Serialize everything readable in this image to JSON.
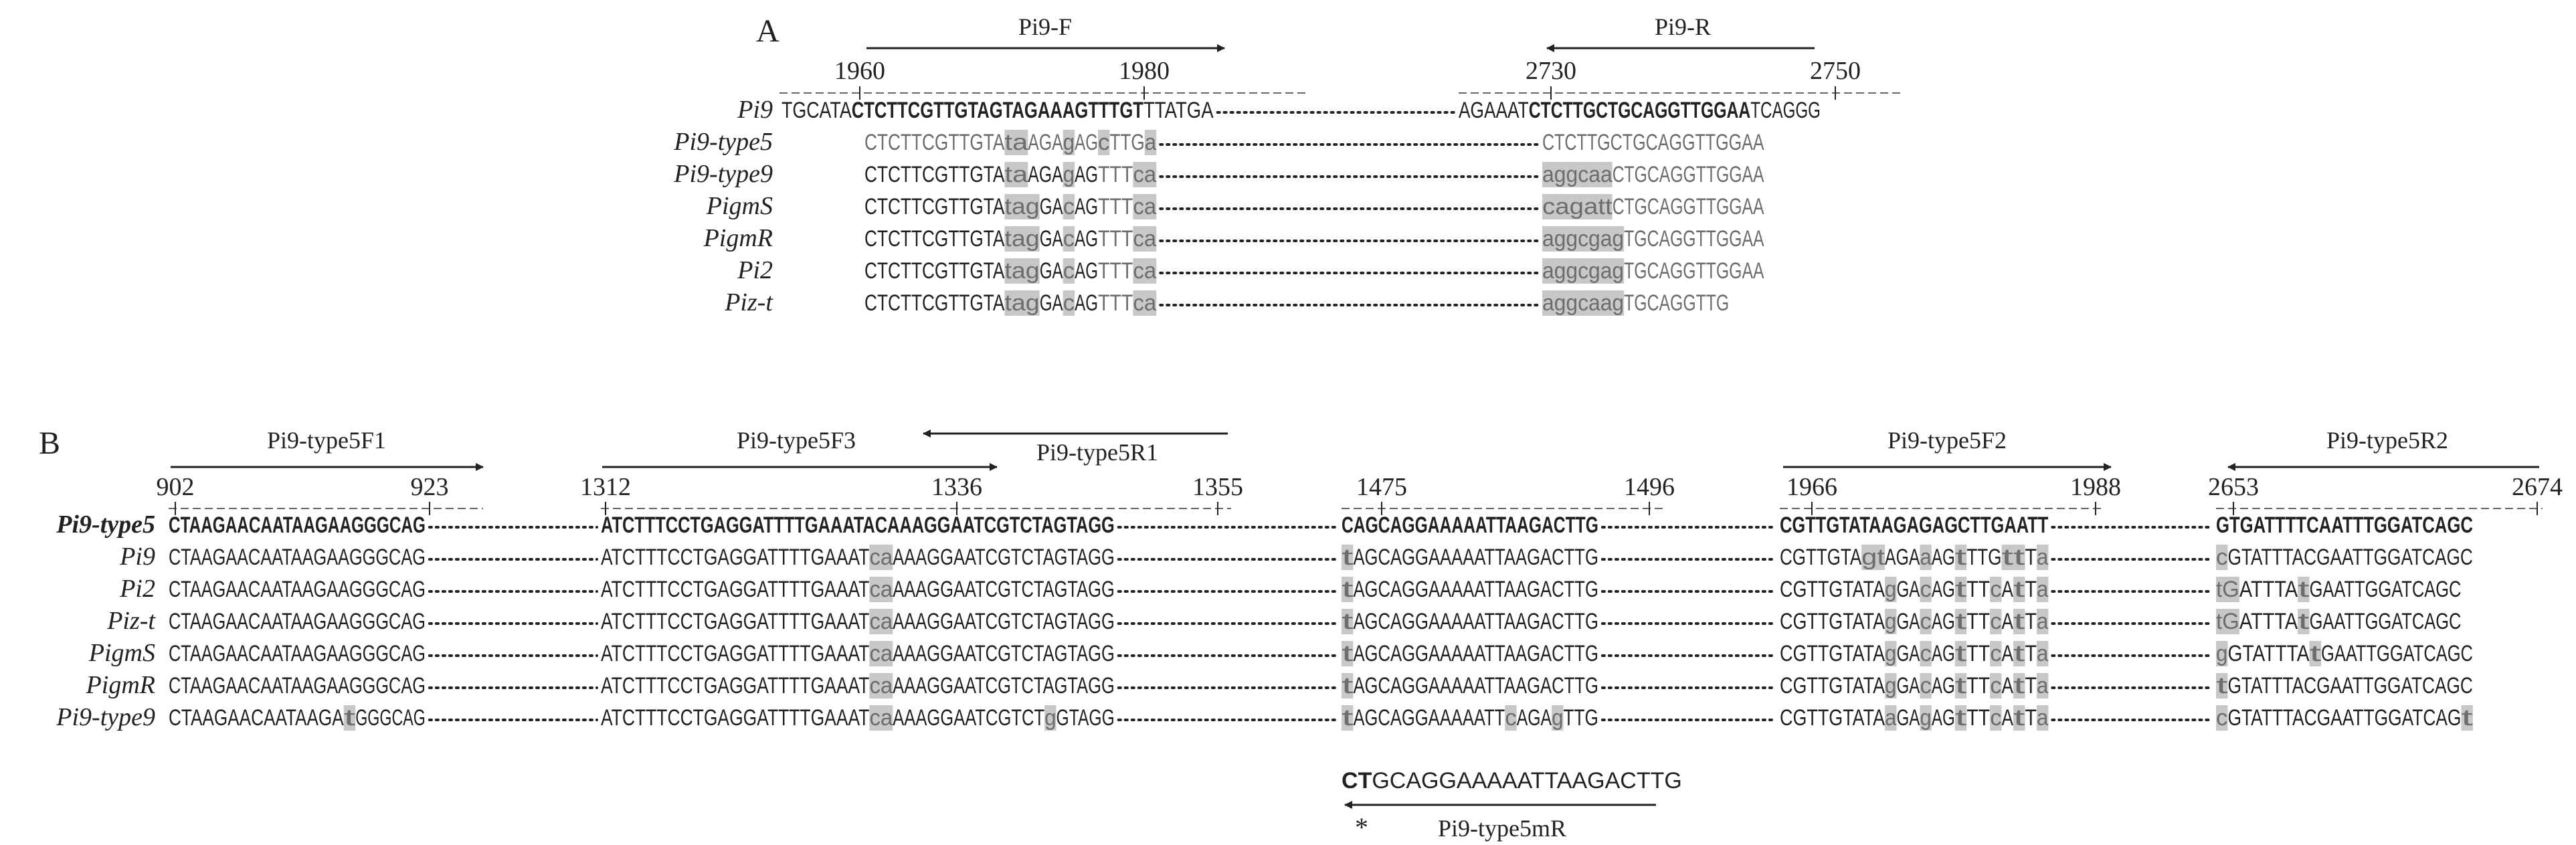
{
  "panel_a": {
    "label": "A",
    "primer_f": "Pi9-F",
    "primer_r": "Pi9-R",
    "left_numbers": [
      "1960",
      "1980"
    ],
    "right_numbers": [
      "2730",
      "2750"
    ],
    "rows": [
      {
        "name": "Pi9",
        "left": [
          {
            "t": "TGCATA"
          },
          {
            "t": "CTCTTCGTTGTAGTAGAAAGTTTGT",
            "b": 1
          },
          {
            "t": "TTATGA"
          }
        ],
        "right": [
          {
            "t": "AGAAAT"
          },
          {
            "t": "CTCTTGCTGCAGGTTGGAA",
            "b": 1
          },
          {
            "t": "TCAGGG"
          }
        ]
      },
      {
        "name": "Pi9-type5",
        "gray": true,
        "left": [
          {
            "t": "CTCTTCGTTGTA"
          },
          {
            "t": "ta",
            "h": 1
          },
          {
            "t": "AGA"
          },
          {
            "t": "g",
            "h": 1
          },
          {
            "t": "AG"
          },
          {
            "t": "c",
            "h": 1
          },
          {
            "t": "TTG"
          },
          {
            "t": "a",
            "h": 1
          }
        ],
        "right": [
          {
            "t": "CTCTTGCTGCAGGTTGGAA"
          }
        ]
      },
      {
        "name": "Pi9-type9",
        "left": [
          {
            "t": "CTCTTCGTTGTA"
          },
          {
            "t": "ta",
            "h": 1
          },
          {
            "t": "AGA"
          },
          {
            "t": "g",
            "h": 1
          },
          {
            "t": "AG"
          },
          {
            "t": "TTT",
            "g": 1
          },
          {
            "t": "ca",
            "h": 1
          }
        ],
        "right": [
          {
            "t": "aggcaa",
            "h": 1
          },
          {
            "t": "CTGCAGGTTGGAA",
            "g": 1
          }
        ]
      },
      {
        "name": "PigmS",
        "left": [
          {
            "t": "CTCTTCGTTGTA"
          },
          {
            "t": "tag",
            "h": 1
          },
          {
            "t": "GA"
          },
          {
            "t": "c",
            "h": 1
          },
          {
            "t": "AG"
          },
          {
            "t": "TTT",
            "g": 1
          },
          {
            "t": "ca",
            "h": 1
          }
        ],
        "right": [
          {
            "t": "cagatt",
            "h": 1
          },
          {
            "t": "CTGCAGGTTGGAA",
            "g": 1
          }
        ]
      },
      {
        "name": "PigmR",
        "left": [
          {
            "t": "CTCTTCGTTGTA"
          },
          {
            "t": "tag",
            "h": 1
          },
          {
            "t": "GA"
          },
          {
            "t": "c",
            "h": 1
          },
          {
            "t": "AG"
          },
          {
            "t": "TTT",
            "g": 1
          },
          {
            "t": "ca",
            "h": 1
          }
        ],
        "right": [
          {
            "t": "aggcgag",
            "h": 1
          },
          {
            "t": "TGCAGGTTGGAA",
            "g": 1
          }
        ]
      },
      {
        "name": "Pi2",
        "left": [
          {
            "t": "CTCTTCGTTGTA"
          },
          {
            "t": "tag",
            "h": 1
          },
          {
            "t": "GA"
          },
          {
            "t": "c",
            "h": 1
          },
          {
            "t": "AG"
          },
          {
            "t": "TTT",
            "g": 1
          },
          {
            "t": "ca",
            "h": 1
          }
        ],
        "right": [
          {
            "t": "aggcgag",
            "h": 1
          },
          {
            "t": "TGCAGGTTGGAA",
            "g": 1
          }
        ]
      },
      {
        "name": "Piz-t",
        "left": [
          {
            "t": "CTCTTCGTTGTA"
          },
          {
            "t": "tag",
            "h": 1
          },
          {
            "t": "GA"
          },
          {
            "t": "c",
            "h": 1
          },
          {
            "t": "AG"
          },
          {
            "t": "TTT",
            "g": 1
          },
          {
            "t": "ca",
            "h": 1
          }
        ],
        "right": [
          {
            "t": "aggcaag",
            "h": 1
          },
          {
            "t": "TGCAGGTTG",
            "g": 1
          }
        ]
      }
    ]
  },
  "panel_b": {
    "label": "B",
    "primers": [
      "Pi9-type5F1",
      "Pi9-type5F3",
      "Pi9-type5R1",
      "Pi9-type5F2",
      "Pi9-type5R2"
    ],
    "numbers": [
      "902",
      "923",
      "1312",
      "1336",
      "1355",
      "1475",
      "1496",
      "1966",
      "1988",
      "2653",
      "2674"
    ],
    "rows": [
      {
        "name": "Pi9-type5",
        "bold": true,
        "blocks": [
          [
            {
              "t": "CTAAGAACAATAAGAAGGGCAG"
            }
          ],
          [
            {
              "t": "ATCTTTCCTGAGGATTTTGAAATACAAAGGAATCGTCTAGTAGG"
            }
          ],
          [
            {
              "t": "CAGCAGGAAAAATTAAGACTTG"
            }
          ],
          [
            {
              "t": "CGTTGTATAAGAGAGCTTGAATT"
            }
          ],
          [
            {
              "t": "GTGATTTTCAATTTGGATCAGC"
            }
          ]
        ]
      },
      {
        "name": "Pi9",
        "blocks": [
          [
            {
              "t": "CTAAGAACAATAAGAAGGGCAG"
            }
          ],
          [
            {
              "t": "ATCTTTCCTGAGGATTTTGAAAT"
            },
            {
              "t": "ca",
              "h": 1
            },
            {
              "t": "AAAGGAATCGTCTAGTAGG"
            }
          ],
          [
            {
              "t": "t",
              "h": 1
            },
            {
              "t": "AGCAGGAAAAATTAAGACTTG"
            }
          ],
          [
            {
              "t": "CGTTGTA"
            },
            {
              "t": "gt",
              "h": 1
            },
            {
              "t": "AGA"
            },
            {
              "t": "a",
              "h": 1
            },
            {
              "t": "AG"
            },
            {
              "t": "t",
              "h": 1
            },
            {
              "t": "TTG"
            },
            {
              "t": "tt",
              "h": 1
            },
            {
              "t": "T"
            },
            {
              "t": "a",
              "h": 1
            }
          ],
          [
            {
              "t": "c",
              "h": 1
            },
            {
              "t": "GTATTTACGAATTGGATCAGC"
            }
          ]
        ]
      },
      {
        "name": "Pi2",
        "blocks": [
          [
            {
              "t": "CTAAGAACAATAAGAAGGGCAG"
            }
          ],
          [
            {
              "t": "ATCTTTCCTGAGGATTTTGAAAT"
            },
            {
              "t": "ca",
              "h": 1
            },
            {
              "t": "AAAGGAATCGTCTAGTAGG"
            }
          ],
          [
            {
              "t": "t",
              "h": 1
            },
            {
              "t": "AGCAGGAAAAATTAAGACTTG"
            }
          ],
          [
            {
              "t": "CGTTGTATA"
            },
            {
              "t": "g",
              "h": 1
            },
            {
              "t": "GA"
            },
            {
              "t": "c",
              "h": 1
            },
            {
              "t": "AG"
            },
            {
              "t": "t",
              "h": 1
            },
            {
              "t": "TT"
            },
            {
              "t": "c",
              "h": 1
            },
            {
              "t": "A"
            },
            {
              "t": "t",
              "h": 1
            },
            {
              "t": "T"
            },
            {
              "t": "a",
              "h": 1
            }
          ],
          [
            {
              "t": "tG",
              "h": 1
            },
            {
              "t": "ATTTA"
            },
            {
              "t": "t",
              "h": 1
            },
            {
              "t": "GAATTGGATCAGC"
            }
          ]
        ]
      },
      {
        "name": "Piz-t",
        "blocks": [
          [
            {
              "t": "CTAAGAACAATAAGAAGGGCAG"
            }
          ],
          [
            {
              "t": "ATCTTTCCTGAGGATTTTGAAAT"
            },
            {
              "t": "ca",
              "h": 1
            },
            {
              "t": "AAAGGAATCGTCTAGTAGG"
            }
          ],
          [
            {
              "t": "t",
              "h": 1
            },
            {
              "t": "AGCAGGAAAAATTAAGACTTG"
            }
          ],
          [
            {
              "t": "CGTTGTATA"
            },
            {
              "t": "g",
              "h": 1
            },
            {
              "t": "GA"
            },
            {
              "t": "c",
              "h": 1
            },
            {
              "t": "AG"
            },
            {
              "t": "t",
              "h": 1
            },
            {
              "t": "TT"
            },
            {
              "t": "c",
              "h": 1
            },
            {
              "t": "A"
            },
            {
              "t": "t",
              "h": 1
            },
            {
              "t": "T"
            },
            {
              "t": "a",
              "h": 1
            }
          ],
          [
            {
              "t": "tG",
              "h": 1
            },
            {
              "t": "ATTTA"
            },
            {
              "t": "t",
              "h": 1
            },
            {
              "t": "GAATTGGATCAGC"
            }
          ]
        ]
      },
      {
        "name": "PigmS",
        "blocks": [
          [
            {
              "t": "CTAAGAACAATAAGAAGGGCAG"
            }
          ],
          [
            {
              "t": "ATCTTTCCTGAGGATTTTGAAAT"
            },
            {
              "t": "ca",
              "h": 1
            },
            {
              "t": "AAAGGAATCGTCTAGTAGG"
            }
          ],
          [
            {
              "t": "t",
              "h": 1
            },
            {
              "t": "AGCAGGAAAAATTAAGACTTG"
            }
          ],
          [
            {
              "t": "CGTTGTATA"
            },
            {
              "t": "g",
              "h": 1
            },
            {
              "t": "GA"
            },
            {
              "t": "c",
              "h": 1
            },
            {
              "t": "AG"
            },
            {
              "t": "t",
              "h": 1
            },
            {
              "t": "TT"
            },
            {
              "t": "c",
              "h": 1
            },
            {
              "t": "A"
            },
            {
              "t": "t",
              "h": 1
            },
            {
              "t": "T"
            },
            {
              "t": "a",
              "h": 1
            }
          ],
          [
            {
              "t": "g",
              "h": 1
            },
            {
              "t": "GTATTTA"
            },
            {
              "t": "t",
              "h": 1
            },
            {
              "t": "GAATTGGATCAGC"
            }
          ]
        ]
      },
      {
        "name": "PigmR",
        "blocks": [
          [
            {
              "t": "CTAAGAACAATAAGAAGGGCAG"
            }
          ],
          [
            {
              "t": "ATCTTTCCTGAGGATTTTGAAAT"
            },
            {
              "t": "ca",
              "h": 1
            },
            {
              "t": "AAAGGAATCGTCTAGTAGG"
            }
          ],
          [
            {
              "t": "t",
              "h": 1
            },
            {
              "t": "AGCAGGAAAAATTAAGACTTG"
            }
          ],
          [
            {
              "t": "CGTTGTATA"
            },
            {
              "t": "g",
              "h": 1
            },
            {
              "t": "GA"
            },
            {
              "t": "c",
              "h": 1
            },
            {
              "t": "AG"
            },
            {
              "t": "t",
              "h": 1
            },
            {
              "t": "TT"
            },
            {
              "t": "c",
              "h": 1
            },
            {
              "t": "A"
            },
            {
              "t": "t",
              "h": 1
            },
            {
              "t": "T"
            },
            {
              "t": "a",
              "h": 1
            }
          ],
          [
            {
              "t": "t",
              "h": 1
            },
            {
              "t": "GTATTTACGAATTGGATCAGC"
            }
          ]
        ]
      },
      {
        "name": "Pi9-type9",
        "blocks": [
          [
            {
              "t": "CTAAGAACAATAAGA"
            },
            {
              "t": "t",
              "h": 1
            },
            {
              "t": "GGGCAG"
            }
          ],
          [
            {
              "t": "ATCTTTCCTGAGGATTTTGAAAT"
            },
            {
              "t": "ca",
              "h": 1
            },
            {
              "t": "AAAGGAATCGTCT"
            },
            {
              "t": "g",
              "h": 1
            },
            {
              "t": "GTAGG"
            }
          ],
          [
            {
              "t": "t",
              "h": 1
            },
            {
              "t": "AGCAGGAAAAATT"
            },
            {
              "t": "c",
              "h": 1
            },
            {
              "t": "AGA"
            },
            {
              "t": "g",
              "h": 1
            },
            {
              "t": "TTG"
            }
          ],
          [
            {
              "t": "CGTTGTATA"
            },
            {
              "t": "a",
              "h": 1
            },
            {
              "t": "GA"
            },
            {
              "t": "g",
              "h": 1
            },
            {
              "t": "AG"
            },
            {
              "t": "t",
              "h": 1
            },
            {
              "t": "TT"
            },
            {
              "t": "c",
              "h": 1
            },
            {
              "t": "A"
            },
            {
              "t": "t",
              "h": 1
            },
            {
              "t": "T"
            },
            {
              "t": "a",
              "h": 1
            }
          ],
          [
            {
              "t": "c",
              "h": 1
            },
            {
              "t": "GTATTTACGAATTGGATCAG"
            },
            {
              "t": "t",
              "h": 1
            }
          ]
        ]
      }
    ],
    "mr_seq": "CTGCAGGAAAAATTAAGACTTG",
    "mr_bold_char": "T",
    "mr_label": "Pi9-type5mR",
    "asterisk": "*"
  },
  "colors": {
    "text": "#222222",
    "highlight": "#c8c8c8",
    "gray_text": "#6d6d6d"
  }
}
